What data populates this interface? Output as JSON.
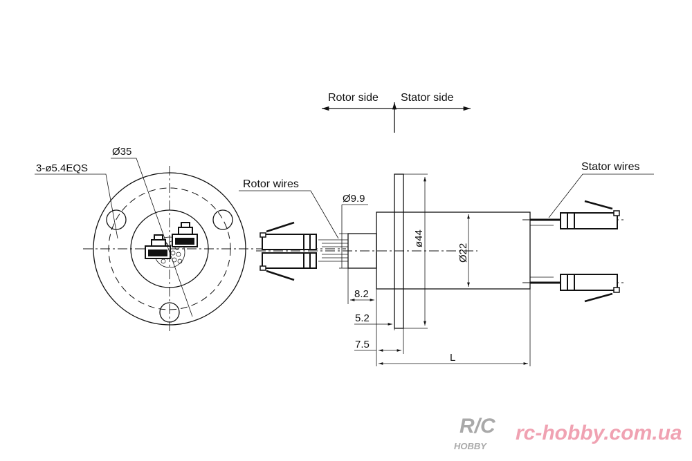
{
  "diagram": {
    "direction": {
      "rotor_side": "Rotor side",
      "stator_side": "Stator side"
    },
    "labels": {
      "mounting_holes": "3-ø5.4EQS",
      "pcd": "Ø35",
      "rotor_wires": "Rotor wires",
      "shaft_diameter": "Ø9.9",
      "stator_wires": "Stator wires",
      "flange_diameter": "ø44",
      "body_diameter": "Ø22"
    },
    "dimensions": {
      "shaft_length": "8.2",
      "flange_offset": "5.2",
      "flange_back": "7.5",
      "length": "L"
    }
  },
  "watermark": {
    "logo_text": "R/C HOBBY",
    "site": "rc-hobby.com.ua",
    "site_color": "#f0a2b2",
    "logo_color": "#a9a9a9"
  }
}
